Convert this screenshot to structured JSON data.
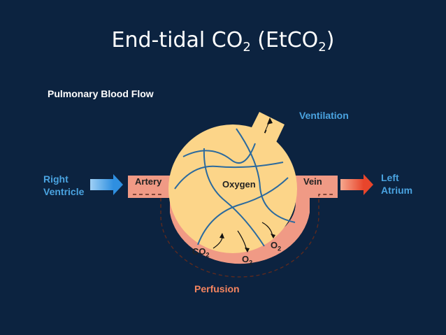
{
  "slide": {
    "title_main": "End-tidal CO",
    "title_sub1": "2",
    "title_mid": " (EtCO",
    "title_sub2": "2",
    "title_end": ")",
    "subtitle": "Pulmonary Blood Flow"
  },
  "labels": {
    "ventilation": "Ventilation",
    "right_ventricle_1": "Right",
    "right_ventricle_2": "Ventricle",
    "left_atrium_1": "Left",
    "left_atrium_2": "Atrium",
    "artery": "Artery",
    "oxygen": "Oxygen",
    "vein": "Vein",
    "perfusion": "Perfusion",
    "co2_main": "CO",
    "co2_sub": "2",
    "o2_center_main": "O",
    "o2_center_sub": "2",
    "o2_right_main": "O",
    "o2_right_sub": "2"
  },
  "colors": {
    "background": "#0c2340",
    "alveolus": "#fcd589",
    "capillary": "#f09a85",
    "vessel_lines": "#2b6a9e",
    "blue_arrow": "#4aa3e0",
    "red_arrow": "#e8452b",
    "label_blue": "#4aa3e0",
    "label_orange": "#f4845f"
  }
}
